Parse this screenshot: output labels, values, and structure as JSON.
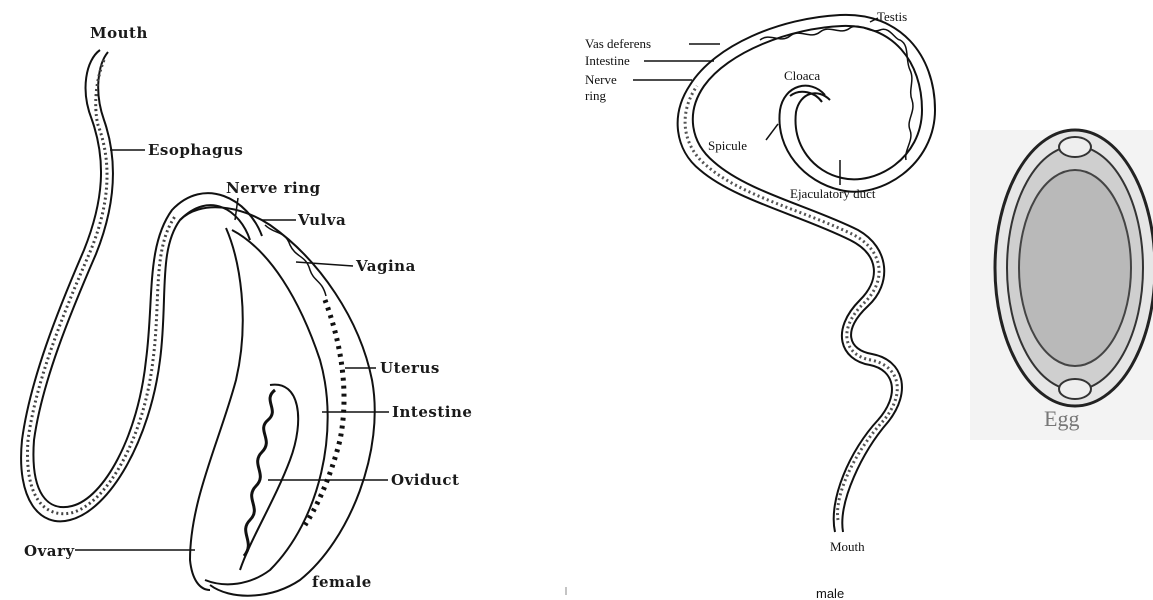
{
  "female": {
    "caption": "female",
    "labels": {
      "mouth": "Mouth",
      "esophagus": "Esophagus",
      "nerve_ring": "Nerve ring",
      "vulva": "Vulva",
      "vagina": "Vagina",
      "uterus": "Uterus",
      "intestine": "Intestine",
      "oviduct": "Oviduct",
      "ovary": "Ovary"
    }
  },
  "male": {
    "caption": "male",
    "labels": {
      "testis": "Testis",
      "vas_deferens": "Vas deferens",
      "intestine": "Intestine",
      "nerve_ring_line1": "Nerve",
      "nerve_ring_line2": "ring",
      "cloaca": "Cloaca",
      "spicule": "Spicule",
      "ejaculatory_duct": "Ejaculatory duct",
      "mouth": "Mouth"
    }
  },
  "egg": {
    "caption": "Egg"
  }
}
